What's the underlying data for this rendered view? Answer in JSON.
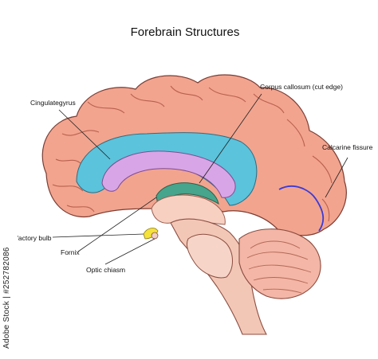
{
  "title": "Forebrain Structures",
  "labels": {
    "cingulate_gyrus": "Cingulategyrus",
    "corpus_callosum": "Corpus callosum (cut edge)",
    "calcarine_fissure": "Calcarine fissure",
    "olfactory_bulb": "Olfactory bulb",
    "fornix": "Fornix",
    "optic_chiasm": "Optic chiasm"
  },
  "stock_id": "Adobe Stock | #252782086",
  "colors": {
    "cortex": "#f2a48f",
    "cortex_dark": "#e48874",
    "cingulate": "#5bc3dc",
    "corpus_callosum": "#d8a6e6",
    "fornix": "#46a58c",
    "olfactory": "#f5e23a",
    "brainstem": "#f3c7b6",
    "cerebellum": "#f4b6a6",
    "calcarine": "#3b3bd6"
  }
}
